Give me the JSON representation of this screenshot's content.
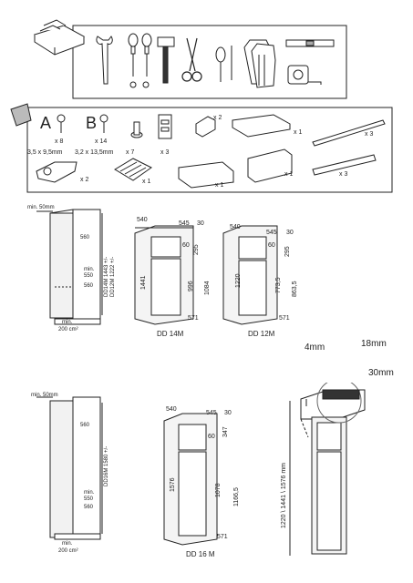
{
  "tools": {
    "items": [
      "toolbox",
      "wrench",
      "screwdrivers",
      "hammer",
      "scissors",
      "awl",
      "gloves",
      "level",
      "tape-measure"
    ]
  },
  "parts": {
    "screw_a": {
      "letter": "A",
      "qty": "x 8",
      "size": "3,5 x 9,5mm"
    },
    "screw_b": {
      "letter": "B",
      "qty": "x 14",
      "size": "3,2 x 13,5mm"
    },
    "plug": {
      "qty": "x 7"
    },
    "hinge_plate": {
      "qty": "x 3"
    },
    "bracket_small": {
      "qty": "x 2"
    },
    "block": {
      "qty": "x 1"
    },
    "rail_long": {
      "qty": "x 3"
    },
    "lever": {
      "qty": "x 2"
    },
    "grille": {
      "qty": "x 1"
    },
    "cover_a": {
      "qty": "x 1"
    },
    "cover_b": {
      "qty": "x 1"
    },
    "rail_short": {
      "qty": "x 3"
    }
  },
  "section1": {
    "niche": {
      "top_min": "min. 50mm",
      "w560_top": "560",
      "min550_a": "min.",
      "min550_b": "550",
      "w560_bot": "560",
      "height_note_1": "DD14M 1443 +/-",
      "height_note_2": "DD12M 1222 +/-",
      "bottom_min_a": "min.",
      "bottom_min_b": "200 cm²"
    },
    "dd14": {
      "label": "DD 14M",
      "w540": "540",
      "w545": "545",
      "w30": "30",
      "h60": "60",
      "h295": "295",
      "h1441": "1441",
      "h996": "996",
      "h1084": "1084",
      "w571": "571"
    },
    "dd12": {
      "label": "DD 12M",
      "w540": "540",
      "w545": "545",
      "w30": "30",
      "h60": "60",
      "h295": "295",
      "h1220": "1220",
      "h773": "773,5",
      "h863": "863,5",
      "w571": "571"
    }
  },
  "section2": {
    "niche": {
      "top_min": "min. 50mm",
      "w560_top": "560",
      "min550_a": "min.",
      "min550_b": "550",
      "w560_bot": "560",
      "height_note": "DD16M 1580 +/-",
      "bottom_min_a": "min.",
      "bottom_min_b": "200 cm²"
    },
    "dd16": {
      "label": "DD 16 M",
      "w540": "540",
      "w545": "545",
      "w30": "30",
      "h60": "60",
      "h347": "347",
      "h1576": "1576",
      "h1078": "1078",
      "h1166": "1166,5",
      "w571": "571"
    },
    "clearance": {
      "d4": "4mm",
      "d18": "18mm",
      "d30": "30mm",
      "heights": "1220 \\ 1441 \\ 1576 mm"
    }
  }
}
